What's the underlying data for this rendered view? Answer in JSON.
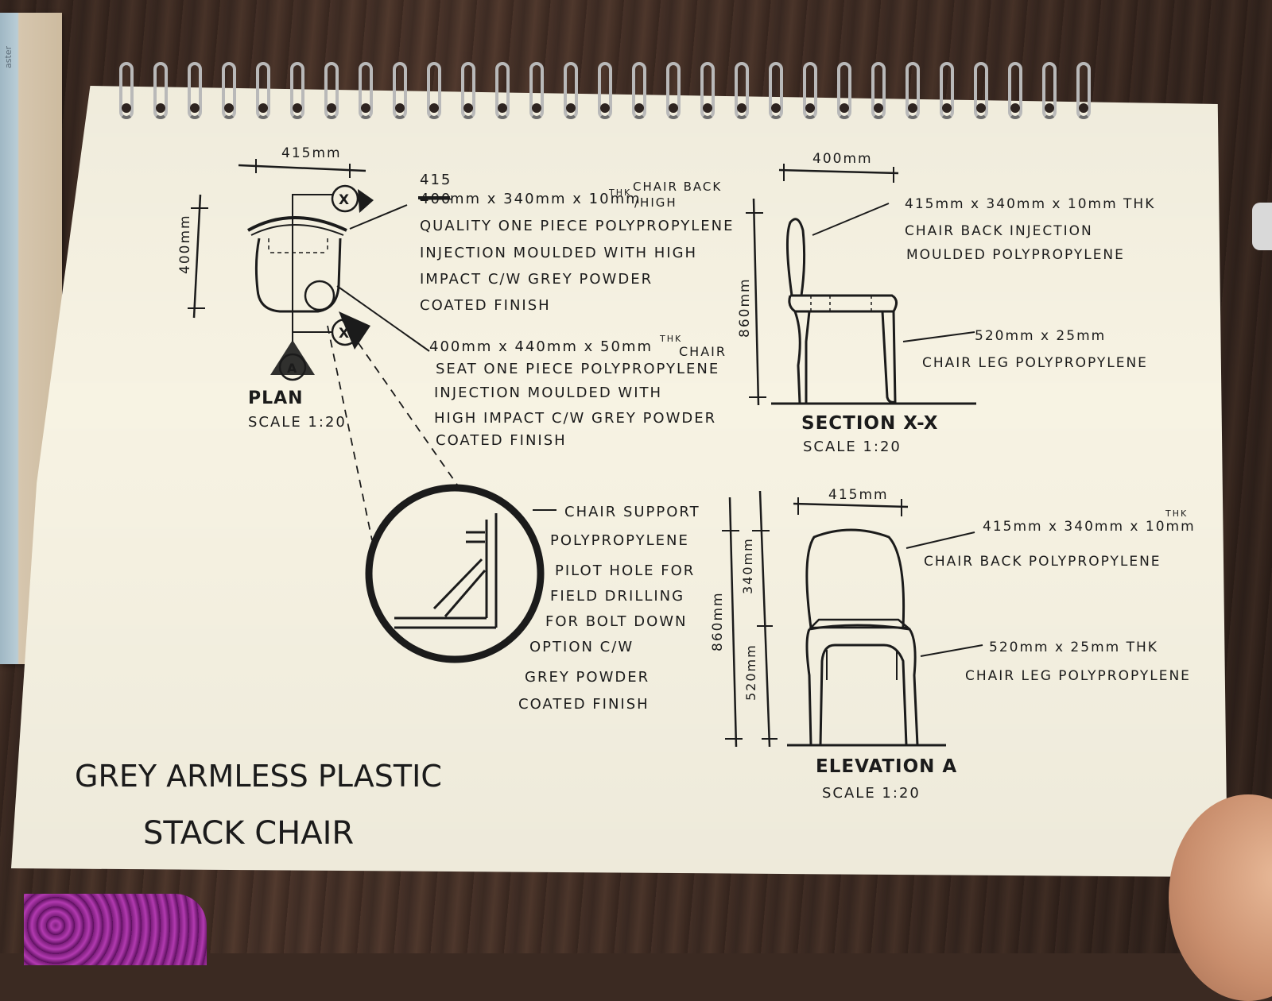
{
  "title_lines": [
    "GREY ARMLESS PLASTIC",
    "STACK CHAIR"
  ],
  "plan": {
    "label": "PLAN",
    "scale": "SCALE 1:20",
    "dim_width": "415mm",
    "dim_depth": "400mm",
    "section_marker": "X",
    "elevation_marker": "A",
    "back_note": {
      "corrected_value": "415",
      "struck_value": "400",
      "line1_rest": "mm x 340mm x 10mm",
      "thk_sup": "THK",
      "chair_back_sup": "CHAIR BACK",
      "high_suffix": "/HIGH",
      "lines": [
        "QUALITY ONE PIECE POLYPROPYLENE",
        "INJECTION MOULDED WITH HIGH",
        "IMPACT C/W GREY POWDER",
        "COATED FINISH"
      ]
    },
    "seat_note": {
      "line1": "400mm x 440mm x 50mm",
      "thk_sup": "THK",
      "line1_suffix": "CHAIR",
      "lines": [
        "SEAT ONE PIECE POLYPROPYLENE",
        "INJECTION MOULDED WITH",
        "HIGH IMPACT C/W GREY POWDER",
        "COATED FINISH"
      ]
    }
  },
  "section": {
    "label": "SECTION X-X",
    "scale": "SCALE 1:20",
    "dim_width": "400mm",
    "dim_height": "860mm",
    "back_note": [
      "415mm x 340mm x 10mm THK",
      "CHAIR BACK INJECTION",
      "MOULDED POLYPROPYLENE"
    ],
    "leg_note": [
      "520mm x 25mm",
      "CHAIR LEG POLYPROPYLENE"
    ]
  },
  "detail": {
    "notes": [
      "CHAIR SUPPORT",
      "POLYPROPYLENE",
      "PILOT HOLE FOR",
      "FIELD DRILLING",
      "FOR BOLT DOWN",
      "OPTION C/W",
      "GREY POWDER",
      "COATED FINISH"
    ]
  },
  "elevation": {
    "label": "ELEVATION A",
    "scale": "SCALE 1:20",
    "dim_width": "415mm",
    "dim_overall": "860mm",
    "dim_upper": "340mm",
    "dim_lower": "520mm",
    "back_note": [
      "415mm x 340mm x 10mm",
      "CHAIR BACK POLYPROPYLENE"
    ],
    "back_note_sup": "THK",
    "leg_note": [
      "520mm x 25mm THK",
      "CHAIR LEG POLYPROPYLENE"
    ]
  },
  "ruler_brand": "aster"
}
